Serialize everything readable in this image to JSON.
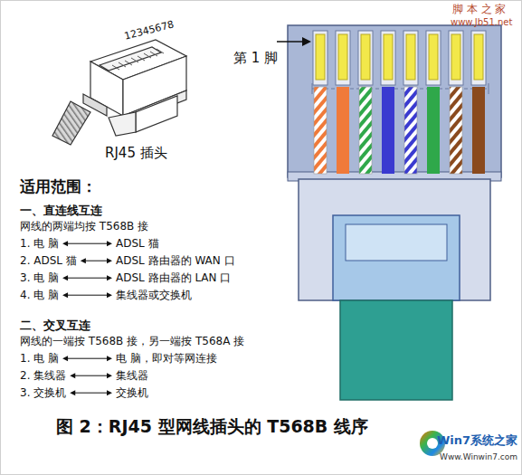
{
  "diagram": {
    "caption": "图 2：RJ45 型网线插头的 T568B 线序",
    "labels": [
      "12345678",
      "RJ45 插头",
      "第 1 脚",
      "适用范围：",
      "一、直连线互连",
      "网线的两端均按 T568B 接",
      "1. 电 脑",
      "ADSL 猫",
      "2. ADSL 猫",
      "ADSL 路由器的 WAN 口",
      "3. 电 脑",
      "ADSL 路由器的 LAN 口",
      "4. 电 脑",
      "集线器或交换机",
      "二、交叉互连",
      "网线的一端按 T568B 接，另一端按 T568A 接",
      "1. 电 脑",
      "电 脑，即对等网连接",
      "2. 集线器",
      "集线器",
      "3. 交换机",
      "交换机",
      "脚 本 之 家",
      "www.Jb51.net",
      "Win7系统之家",
      "Www.Winwin7.com"
    ]
  }
}
